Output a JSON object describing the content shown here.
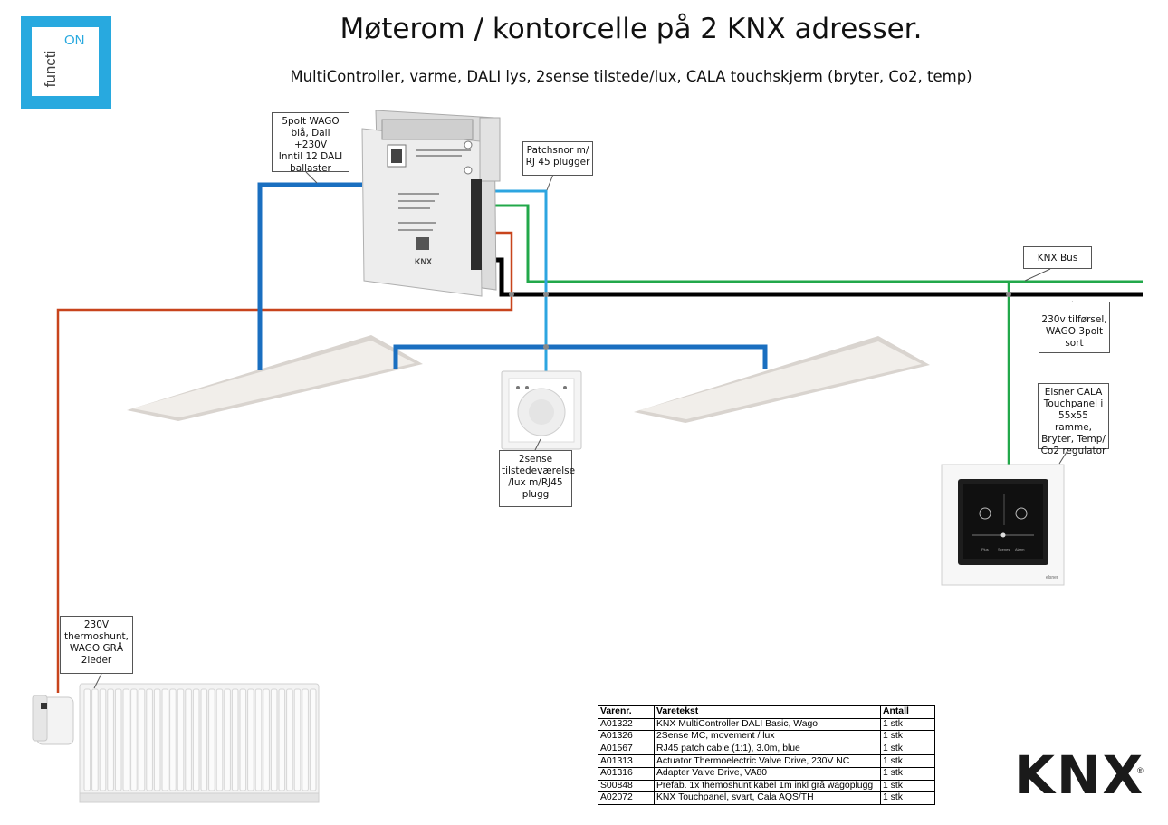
{
  "title": "Møterom / kontorcelle på 2 KNX adresser.",
  "subtitle": "MultiController, varme, DALI lys, 2sense tilstede/lux, CALA touchskjerm (bryter, Co2, temp)",
  "logo": {
    "on": "ON",
    "functi": "functi"
  },
  "callouts": {
    "wago5": [
      "5polt WAGO",
      "blå, Dali +230V",
      "Inntil 12 DALI",
      "ballaster"
    ],
    "patch": [
      "Patchsnor m/",
      "RJ 45 plugger"
    ],
    "knxbus": [
      "KNX Bus"
    ],
    "supply": [
      "230v tilførsel,",
      "WAGO 3polt",
      "sort"
    ],
    "cala": [
      "Elsner CALA",
      "Touchpanel i",
      "55x55 ramme,",
      "Bryter, Temp/",
      "Co2 regulator"
    ],
    "sense": [
      "2sense",
      "tilstedeværelse",
      "/lux m/RJ45",
      "plugg"
    ],
    "thermo": [
      "230V",
      "thermoshunt,",
      "WAGO GRÅ",
      "2leder"
    ]
  },
  "device_labels": {
    "controller_brand": "KNX",
    "panel_brand": "elsner",
    "panel_buttons": [
      "Plus",
      "Scenes",
      "Alarm"
    ]
  },
  "parts_table": {
    "headers": [
      "Varenr.",
      "Varetekst",
      "Antall"
    ],
    "rows": [
      [
        "A01322",
        "KNX MultiController DALI Basic, Wago",
        "1 stk"
      ],
      [
        "A01326",
        "2Sense MC, movement / lux",
        "1 stk"
      ],
      [
        "A01567",
        "RJ45 patch cable (1:1), 3.0m, blue",
        "1 stk"
      ],
      [
        "A01313",
        "Actuator Thermoelectric Valve Drive, 230V NC",
        "1 stk"
      ],
      [
        "A01316",
        "Adapter Valve Drive, VA80",
        "1 stk"
      ],
      [
        "S00848",
        "Prefab. 1x themoshunt kabel 1m inkl grå wagoplugg",
        "1 stk"
      ],
      [
        "A02072",
        "KNX Touchpanel, svart, Cala AQS/TH",
        "1 stk"
      ]
    ]
  },
  "knx_logo": {
    "text": "KNX",
    "reg": "®"
  },
  "colors": {
    "dali_blue": "#1a6fc0",
    "rj45_blue": "#2da5e0",
    "knx_green": "#22a84a",
    "supply_black": "#000000",
    "thermo_red": "#c8441c"
  }
}
